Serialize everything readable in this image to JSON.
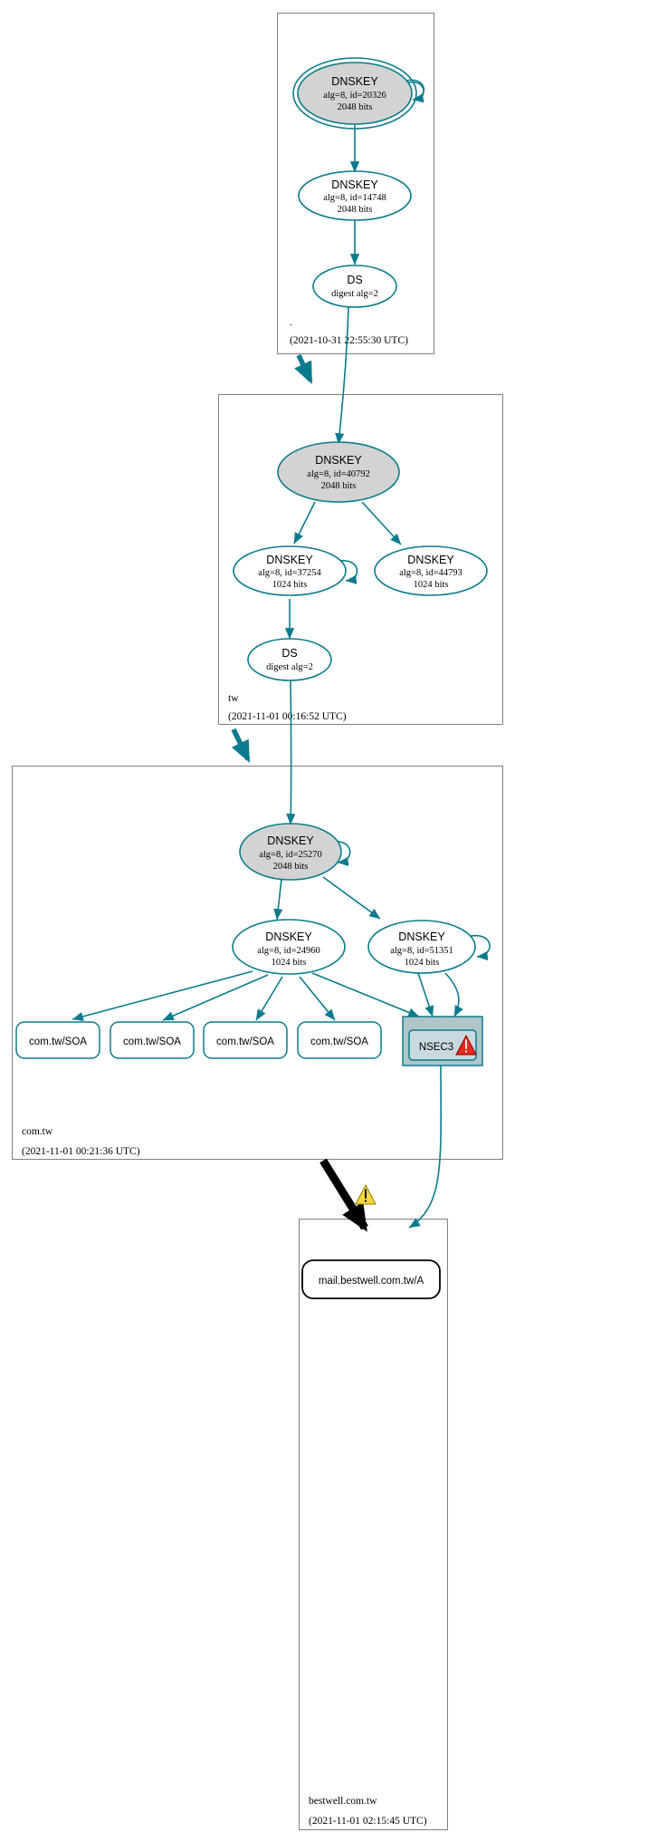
{
  "diagram": {
    "title": "DNSSEC authentication chain",
    "accent_color": "#0a7b8c",
    "secure_fill": "#d3d3d3",
    "nsec3_fill": "#b0c4ca",
    "zone_border": "#808080"
  },
  "zones": [
    {
      "id": "root",
      "label": ".",
      "timestamp": "(2021-10-31 22:55:30 UTC)"
    },
    {
      "id": "tw",
      "label": "tw",
      "timestamp": "(2021-11-01 00:16:52 UTC)"
    },
    {
      "id": "comtw",
      "label": "com.tw",
      "timestamp": "(2021-11-01 00:21:36 UTC)"
    },
    {
      "id": "bestwell",
      "label": "bestwell.com.tw",
      "timestamp": "(2021-11-01 02:15:45 UTC)"
    }
  ],
  "nodes": {
    "root_ksk": {
      "type": "DNSKEY",
      "line1": "DNSKEY",
      "line2": "alg=8, id=20326",
      "line3": "2048 bits"
    },
    "root_zsk": {
      "type": "DNSKEY",
      "line1": "DNSKEY",
      "line2": "alg=8, id=14748",
      "line3": "2048 bits"
    },
    "root_ds": {
      "type": "DS",
      "line1": "DS",
      "line2": "digest alg=2"
    },
    "tw_ksk": {
      "type": "DNSKEY",
      "line1": "DNSKEY",
      "line2": "alg=8, id=40792",
      "line3": "2048 bits"
    },
    "tw_zsk1": {
      "type": "DNSKEY",
      "line1": "DNSKEY",
      "line2": "alg=8, id=37254",
      "line3": "1024 bits"
    },
    "tw_zsk2": {
      "type": "DNSKEY",
      "line1": "DNSKEY",
      "line2": "alg=8, id=44793",
      "line3": "1024 bits"
    },
    "tw_ds": {
      "type": "DS",
      "line1": "DS",
      "line2": "digest alg=2"
    },
    "comtw_ksk": {
      "type": "DNSKEY",
      "line1": "DNSKEY",
      "line2": "alg=8, id=25270",
      "line3": "2048 bits"
    },
    "comtw_zsk1": {
      "type": "DNSKEY",
      "line1": "DNSKEY",
      "line2": "alg=8, id=24960",
      "line3": "1024 bits"
    },
    "comtw_zsk2": {
      "type": "DNSKEY",
      "line1": "DNSKEY",
      "line2": "alg=8, id=51351",
      "line3": "1024 bits"
    },
    "soa1": {
      "type": "RRSET",
      "label": "com.tw/SOA"
    },
    "soa2": {
      "type": "RRSET",
      "label": "com.tw/SOA"
    },
    "soa3": {
      "type": "RRSET",
      "label": "com.tw/SOA"
    },
    "soa4": {
      "type": "RRSET",
      "label": "com.tw/SOA"
    },
    "nsec3": {
      "type": "NSEC3",
      "label": "NSEC3",
      "status_icon": "warning-triangle-icon"
    },
    "leaf": {
      "type": "RRSET",
      "label": "mail.bestwell.com.tw/A"
    }
  },
  "annotations": {
    "delegation_warning_icon": "warning-triangle-icon"
  }
}
